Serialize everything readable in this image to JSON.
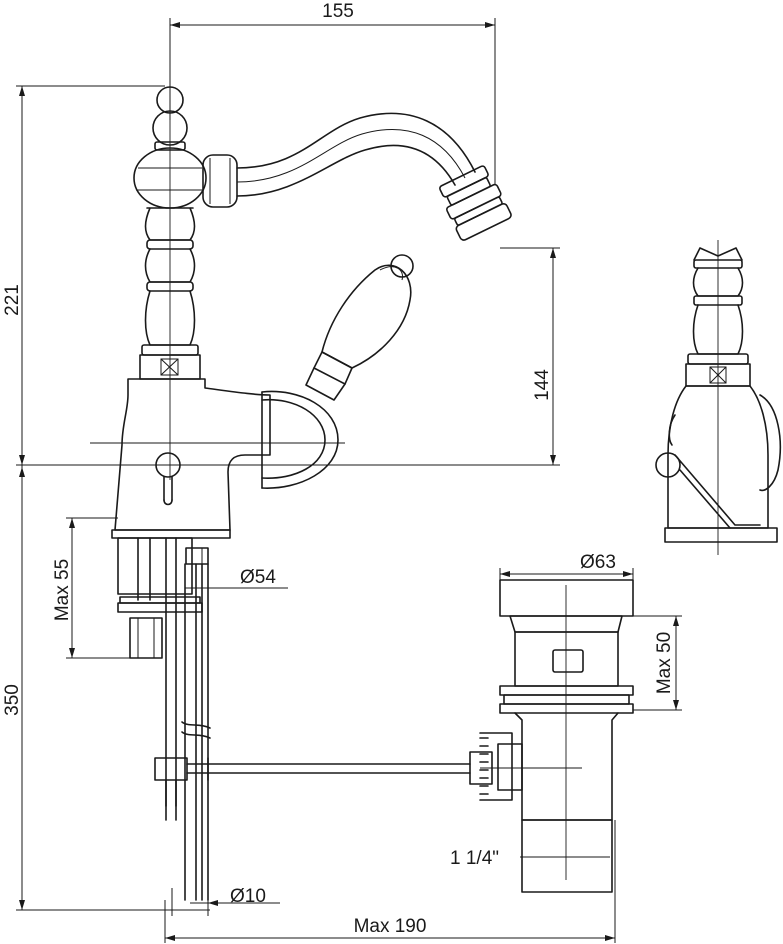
{
  "dimensions": {
    "spout_reach": "155",
    "total_height": "221",
    "spout_height": "144",
    "deck_thickness": "Max 55",
    "base_diameter": "Ø54",
    "hose_length": "350",
    "waste_plug_diameter": "Ø63",
    "waste_plug_height": "Max 50",
    "waste_thread": "1 1/4\"",
    "rod_diameter": "Ø10",
    "rod_reach": "Max 190"
  },
  "colors": {
    "line": "#1a1a1a",
    "background": "#ffffff"
  }
}
